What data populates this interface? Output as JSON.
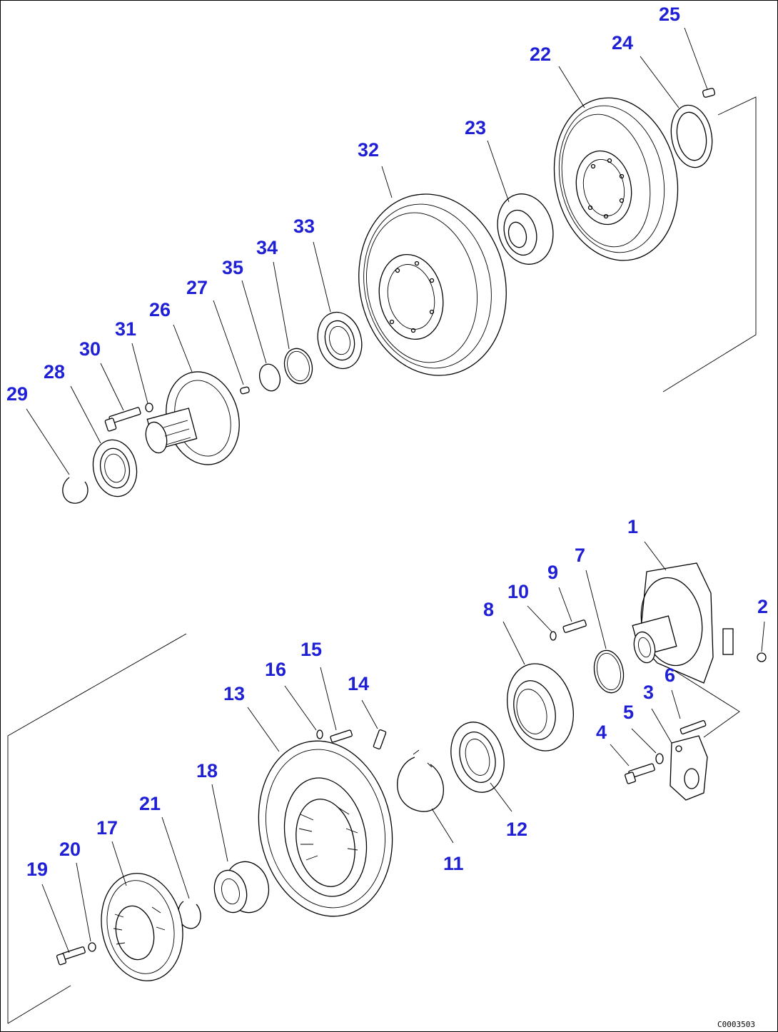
{
  "callouts": {
    "p1": "1",
    "p2": "2",
    "p3": "3",
    "p4": "4",
    "p5": "5",
    "p6": "6",
    "p7": "7",
    "p8": "8",
    "p9": "9",
    "p10": "10",
    "p11": "11",
    "p12": "12",
    "p13": "13",
    "p14": "14",
    "p15": "15",
    "p16": "16",
    "p17": "17",
    "p18": "18",
    "p19": "19",
    "p20": "20",
    "p21": "21",
    "p22": "22",
    "p23": "23",
    "p24": "24",
    "p25": "25",
    "p26": "26",
    "p27": "27",
    "p28": "28",
    "p29": "29",
    "p30": "30",
    "p31": "31",
    "p32": "32",
    "p33": "33",
    "p34": "34",
    "p35": "35"
  },
  "drawing_code": "C0003503",
  "colors": {
    "callout": "#1f1fd6",
    "line": "#000000",
    "background": "#ffffff"
  }
}
